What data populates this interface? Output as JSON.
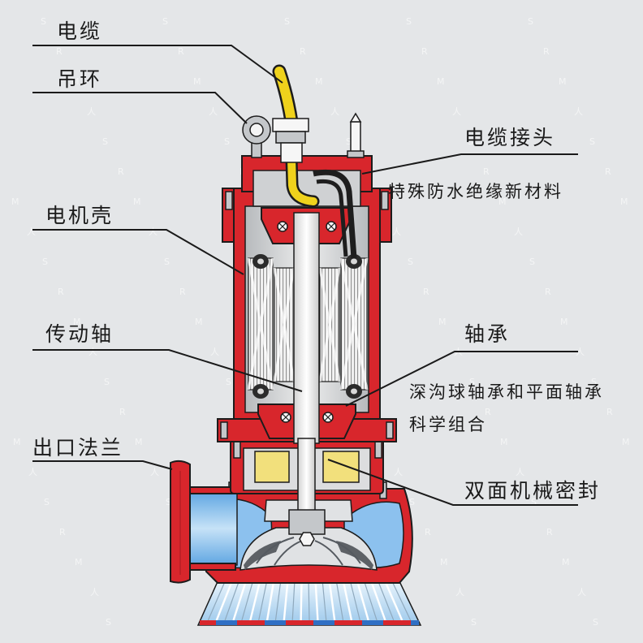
{
  "labels": {
    "cable": "电缆",
    "lifting_ring": "吊环",
    "cable_joint": "电缆接头",
    "cable_joint_note": "特殊防水绝缘新材料",
    "motor_housing": "电机壳",
    "drive_shaft": "传动轴",
    "bearing": "轴承",
    "bearing_note_1": "深沟球轴承和平面轴承",
    "bearing_note_2": "科学组合",
    "outlet_flange": "出口法兰",
    "mechanical_seal": "双面机械密封"
  },
  "watermark": {
    "glyphs": [
      "S",
      "R",
      "M",
      "人"
    ]
  },
  "colors": {
    "background": "#e4e6e8",
    "housing": "#d8262c",
    "outline": "#1c1c1c",
    "cable": "#efd21c",
    "seal": "#f2e07c",
    "volute": "#8cc1ee",
    "leader": "#1a1a1a"
  }
}
